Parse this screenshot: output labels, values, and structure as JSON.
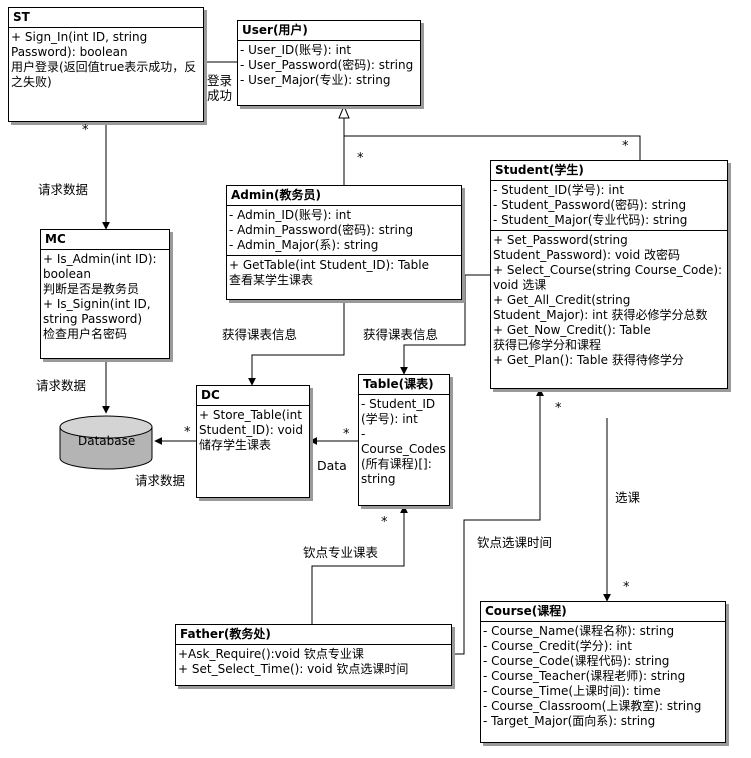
{
  "classes": {
    "st": {
      "name": "ST",
      "attributes": [],
      "methods": [
        "+ Sign_In(int ID, string Password): boolean",
        "用户登录(返回值true表示成功，反之失败)"
      ]
    },
    "user": {
      "name": "User(用户)",
      "attributes": [
        "- User_ID(账号): int",
        "- User_Password(密码): string",
        "- User_Major(专业): string"
      ]
    },
    "mc": {
      "name": "MC",
      "methods": [
        "+ Is_Admin(int ID): boolean",
        "判断是否是教务员",
        "+ Is_Signin(int ID, string Password)",
        "检查用户名密码"
      ]
    },
    "admin": {
      "name": "Admin(教务员)",
      "attributes": [
        "- Admin_ID(账号): int",
        "- Admin_Password(密码): string",
        "- Admin_Major(系): string"
      ],
      "methods": [
        "+ GetTable(int Student_ID): Table",
        "查看某学生课表"
      ]
    },
    "student": {
      "name": "Student(学生)",
      "attributes": [
        "- Student_ID(学号): int",
        "- Student_Password(密码): string",
        "- Student_Major(专业代码): string"
      ],
      "methods": [
        "+ Set_Password(string Student_Password): void 改密码",
        "+ Select_Course(string Course_Code): void 选课",
        "+ Get_All_Credit(string Student_Major): int 获得必修学分总数",
        "+ Get_Now_Credit(): Table",
        "获得已修学分和课程",
        "+ Get_Plan(): Table 获得待修学分"
      ]
    },
    "dc": {
      "name": "DC",
      "methods": [
        "+ Store_Table(int Student_ID): void",
        "储存学生课表"
      ]
    },
    "table": {
      "name": "Table(课表)",
      "attributes": [
        "- Student_ID (学号): int",
        "- Course_Codes (所有课程)[]: string"
      ]
    },
    "father": {
      "name": "Father(教务处)",
      "methods": [
        "+Ask_Require():void 钦点专业课",
        "+ Set_Select_Time(): void 钦点选课时间"
      ]
    },
    "course": {
      "name": "Course(课程)",
      "attributes": [
        "- Course_Name(课程名称): string",
        "- Course_Credit(学分): int",
        "- Course_Code(课程代码): string",
        "- Course_Teacher(课程老师): string",
        "- Course_Time(上课时间): time",
        "- Course_Classroom(上课教室): string",
        "- Target_Major(面向系): string"
      ]
    }
  },
  "database": {
    "label": "Database"
  },
  "labels": {
    "login_success": "登录\n成功",
    "request_data_1": "请求数据",
    "request_data_2": "请求数据",
    "request_data_3": "请求数据",
    "get_table_info_1": "获得课表信息",
    "get_table_info_2": "获得课表信息",
    "data": "Data",
    "select_course": "选课",
    "appoint_time": "钦点选课时间",
    "appoint_major": "钦点专业课表"
  },
  "multiplicities": {
    "st_bottom": "*",
    "admin_top": "*",
    "student_top": "*",
    "dc_left": "*",
    "table_left": "*",
    "student_bottom": "*",
    "table_bottom": "*",
    "course_top": "*"
  },
  "colors": {
    "line": "#000000",
    "shadow": "#9a9a9a",
    "db_fill": "#b4b4b4",
    "db_top": "#d4d4d4"
  }
}
